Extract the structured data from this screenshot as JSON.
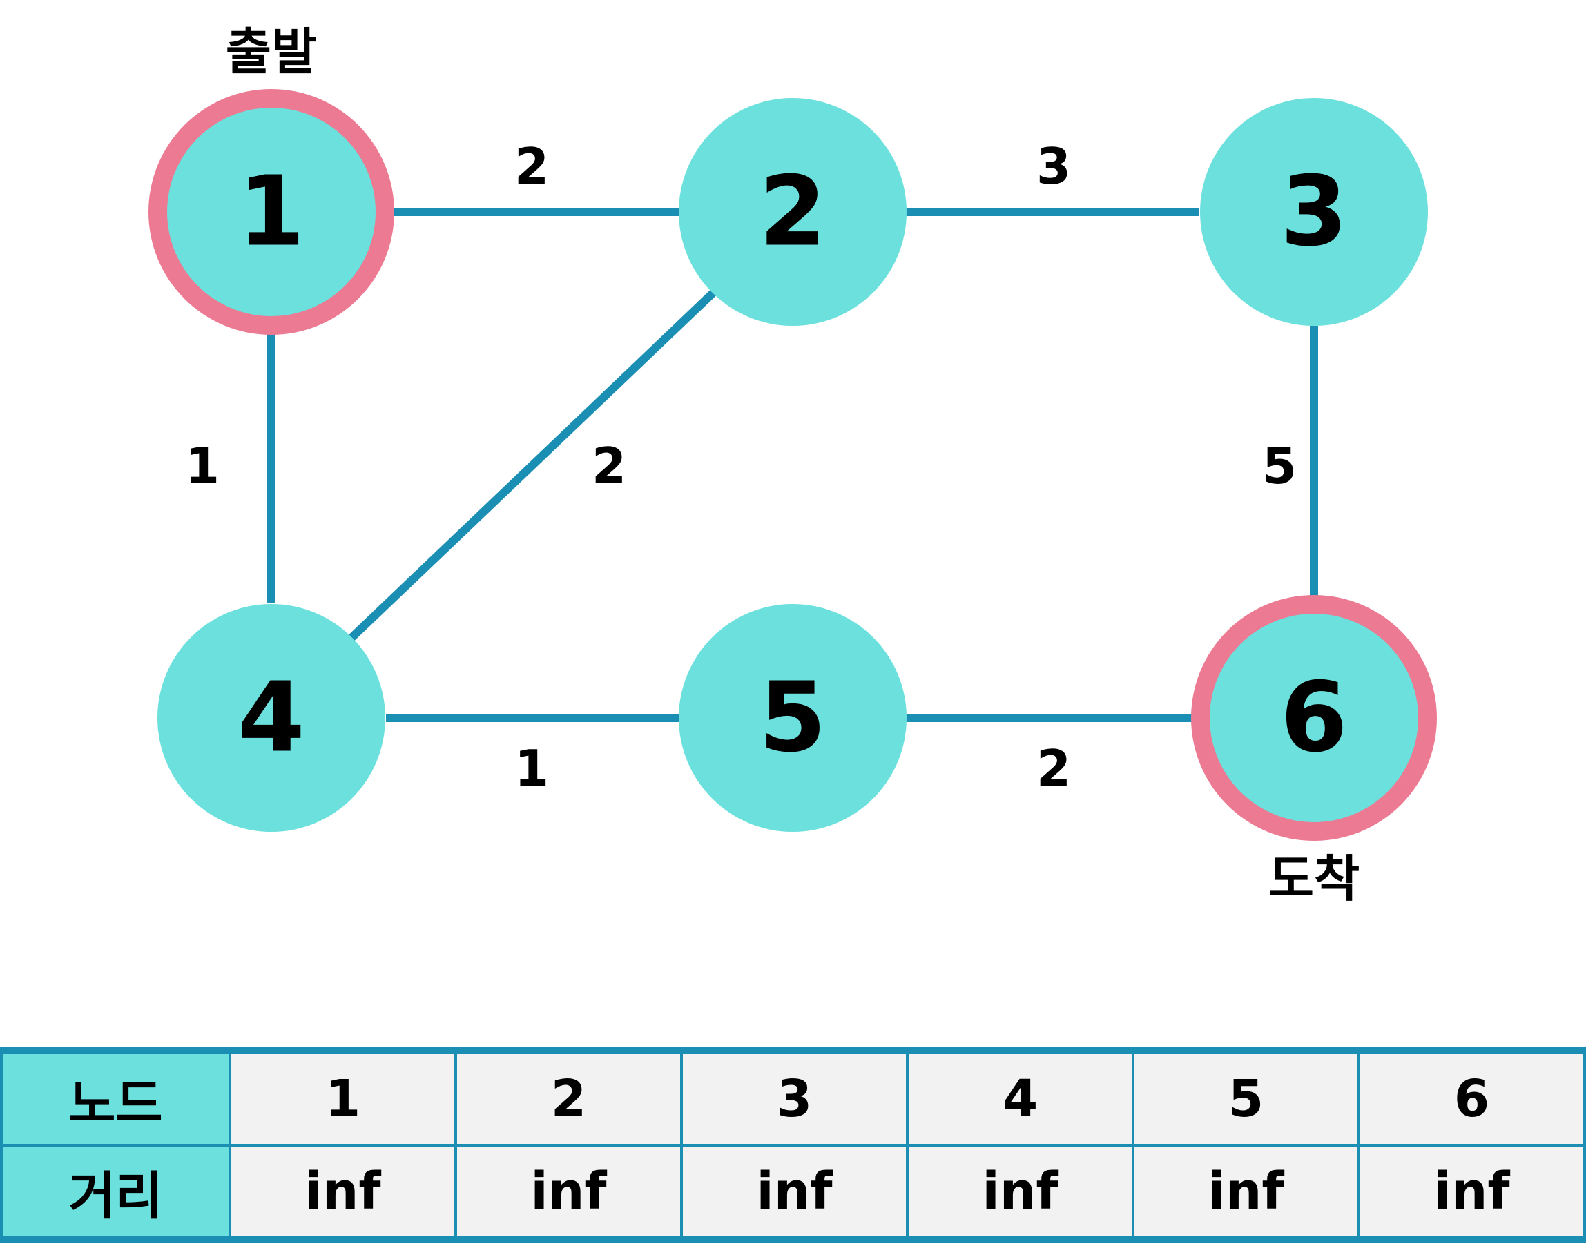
{
  "graph": {
    "nodes": [
      {
        "id": "1",
        "label": "1",
        "highlight": true
      },
      {
        "id": "2",
        "label": "2",
        "highlight": false
      },
      {
        "id": "3",
        "label": "3",
        "highlight": false
      },
      {
        "id": "4",
        "label": "4",
        "highlight": false
      },
      {
        "id": "5",
        "label": "5",
        "highlight": false
      },
      {
        "id": "6",
        "label": "6",
        "highlight": true
      }
    ],
    "edges": [
      {
        "from": "1",
        "to": "2",
        "weight": "2"
      },
      {
        "from": "2",
        "to": "3",
        "weight": "3"
      },
      {
        "from": "1",
        "to": "4",
        "weight": "1"
      },
      {
        "from": "2",
        "to": "4",
        "weight": "2"
      },
      {
        "from": "3",
        "to": "6",
        "weight": "5"
      },
      {
        "from": "4",
        "to": "5",
        "weight": "1"
      },
      {
        "from": "5",
        "to": "6",
        "weight": "2"
      }
    ],
    "start_label": "출발",
    "end_label": "도착"
  },
  "table": {
    "row1_header": "노드",
    "row2_header": "거리",
    "nodes": [
      "1",
      "2",
      "3",
      "4",
      "5",
      "6"
    ],
    "distances": [
      "inf",
      "inf",
      "inf",
      "inf",
      "inf",
      "inf"
    ]
  },
  "colors": {
    "node_fill": "#6ce0dc",
    "highlight_ring": "#ec7a92",
    "edge": "#1a8fb3",
    "cell_bg": "#f2f2f2"
  }
}
